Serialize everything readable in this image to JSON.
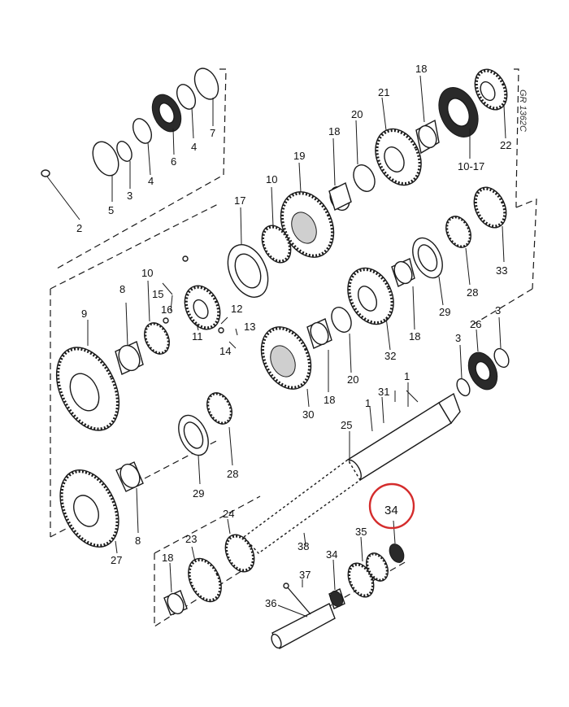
{
  "reference_code": "GR 1362C",
  "highlight": {
    "label": "34",
    "color": "#d42c2c"
  },
  "part_labels": {
    "p2": "2",
    "p5": "5",
    "p3a": "3",
    "p4a": "4",
    "p6": "6",
    "p4b": "4",
    "p7": "7",
    "p18a": "18",
    "p21": "21",
    "p20a": "20",
    "p18b": "18",
    "p10_17": "10-17",
    "p22": "22",
    "p19": "19",
    "p10a": "10",
    "p17": "17",
    "p8a": "8",
    "p10b": "10",
    "p15": "15",
    "p16": "16",
    "p9": "9",
    "p11": "11",
    "p12": "12",
    "p13": "13",
    "p14": "14",
    "p33": "33",
    "p28a": "28",
    "p29a": "29",
    "p18c": "18",
    "p32": "32",
    "p20b": "20",
    "p30": "30",
    "p18d": "18",
    "p3b": "3",
    "p26": "26",
    "p3c": "3",
    "p1a": "1",
    "p31": "31",
    "p1b": "1",
    "p25": "25",
    "p28b": "28",
    "p29b": "29",
    "p8b": "8",
    "p27": "27",
    "p38": "38",
    "p24": "24",
    "p23": "23",
    "p18e": "18",
    "p37": "37",
    "p34": "34",
    "p35": "35",
    "p36": "36"
  }
}
